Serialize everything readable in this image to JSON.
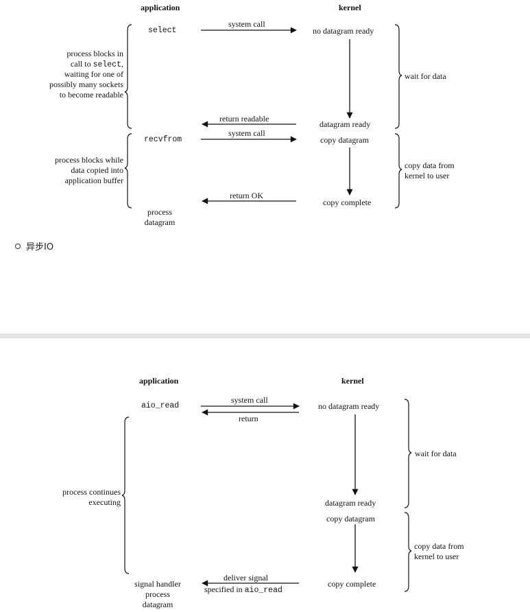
{
  "diagram1": {
    "header_application": "application",
    "header_kernel": "kernel",
    "app_select": "select",
    "system_call_1": "system call",
    "no_datagram_ready": "no datagram ready",
    "block_text_1": "process blocks in",
    "block_text_2_prefix": "call to ",
    "block_text_2_code": "select",
    "block_text_2_suffix": ",",
    "block_text_3": "waiting for one of",
    "block_text_4": "possibly many sockets",
    "block_text_5": "to become readable",
    "wait_for_data": "wait for data",
    "return_readable": "return readable",
    "datagram_ready": "datagram ready",
    "app_recvfrom": "recvfrom",
    "system_call_2": "system call",
    "copy_datagram": "copy datagram",
    "block2_text_1": "process blocks while",
    "block2_text_2": "data copied into",
    "block2_text_3": "application buffer",
    "copy_data_1": "copy data from",
    "copy_data_2": "kernel to user",
    "return_ok": "return OK",
    "copy_complete": "copy complete",
    "process_1": "process",
    "process_2": "datagram"
  },
  "bullet": {
    "text": "异步IO"
  },
  "diagram2": {
    "header_application": "application",
    "header_kernel": "kernel",
    "app_aio_read": "aio_read",
    "system_call": "system call",
    "return": "return",
    "no_datagram_ready": "no datagram ready",
    "wait_for_data": "wait for data",
    "continues_1": "process continues",
    "continues_2": "executing",
    "datagram_ready": "datagram ready",
    "copy_datagram": "copy datagram",
    "copy_data_1": "copy data from",
    "copy_data_2": "kernel to user",
    "signal_1": "signal handler",
    "signal_2": "process",
    "signal_3": "datagram",
    "deliver_1": "deliver signal",
    "deliver_2_prefix": "specified in ",
    "deliver_2_code": "aio_read",
    "copy_complete": "copy complete"
  }
}
